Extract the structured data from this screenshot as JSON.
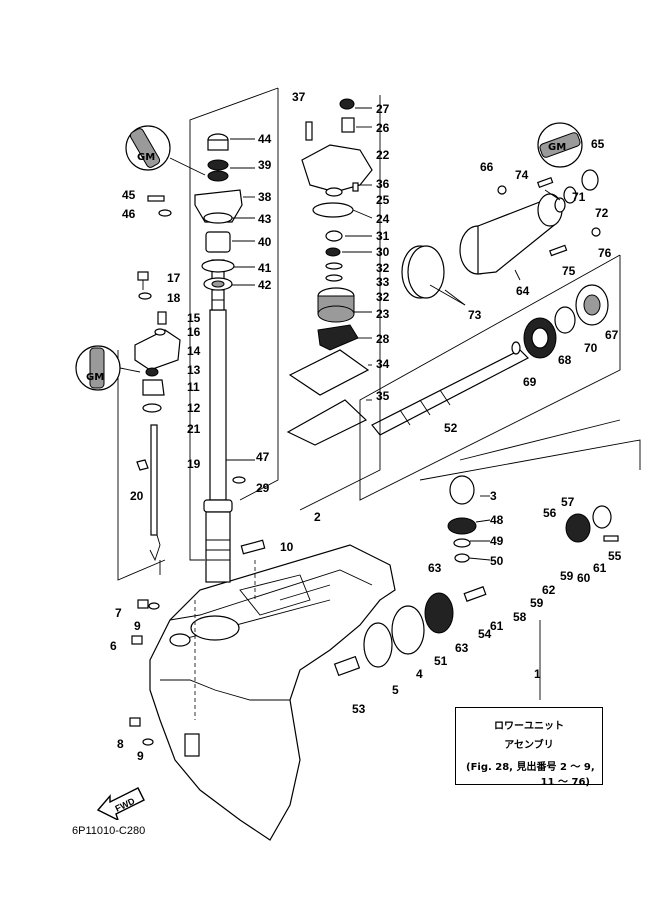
{
  "drawing_code": "6P11010-C280",
  "caption": {
    "line1": "ロワーユニット",
    "line2": "アセンブリ",
    "line3": "(Fig. 28, 見出番号 2 ～ 9,",
    "line4": "11 ～ 76)"
  },
  "fwd_label": "FWD",
  "grease_marks": [
    "GM",
    "GM",
    "GM"
  ],
  "labels": {
    "1": "1",
    "2": "2",
    "3": "3",
    "4": "4",
    "5": "5",
    "6": "6",
    "7": "7",
    "8": "8",
    "9a": "9",
    "9b": "9",
    "10": "10",
    "11": "11",
    "12": "12",
    "13": "13",
    "14": "14",
    "15": "15",
    "16": "16",
    "17": "17",
    "18": "18",
    "19": "19",
    "20": "20",
    "21": "21",
    "22": "22",
    "23": "23",
    "24": "24",
    "25": "25",
    "26": "26",
    "27": "27",
    "28": "28",
    "29": "29",
    "30": "30",
    "31": "31",
    "32a": "32",
    "32b": "32",
    "33": "33",
    "34": "34",
    "35": "35",
    "36": "36",
    "37": "37",
    "38": "38",
    "39": "39",
    "40": "40",
    "41": "41",
    "42": "42",
    "43": "43",
    "44": "44",
    "45": "45",
    "46": "46",
    "47": "47",
    "48": "48",
    "49": "49",
    "50": "50",
    "51": "51",
    "52": "52",
    "53": "53",
    "54": "54",
    "55": "55",
    "56": "56",
    "57": "57",
    "58": "58",
    "59a": "59",
    "59b": "59",
    "60": "60",
    "61a": "61",
    "61b": "61",
    "62": "62",
    "63a": "63",
    "63b": "63",
    "64": "64",
    "65": "65",
    "66": "66",
    "67": "67",
    "68": "68",
    "69": "69",
    "70": "70",
    "71": "71",
    "72": "72",
    "73": "73",
    "74": "74",
    "75": "75",
    "76": "76"
  }
}
